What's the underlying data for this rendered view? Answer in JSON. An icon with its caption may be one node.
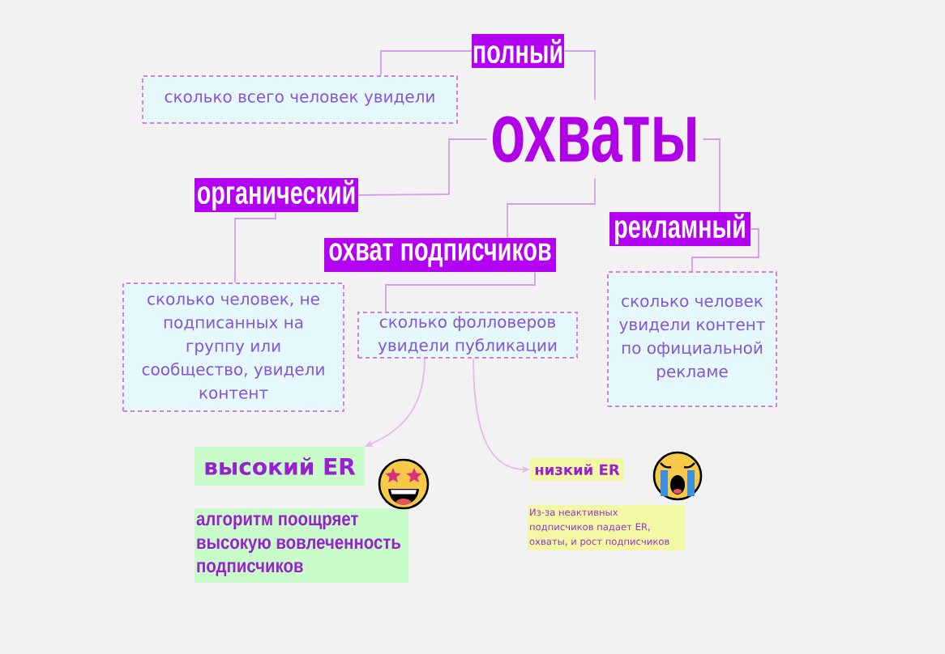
{
  "diagram": {
    "nodes": [
      {
        "text": [
          "охваты"
        ]
      },
      {
        "text": [
          "полный"
        ]
      },
      {
        "text": [
          "сколько всего человек увидели"
        ]
      },
      {
        "text": [
          "органический"
        ]
      },
      {
        "text": [
          "сколько человек, не подписанных на группу или сообщество, увидели контент"
        ]
      },
      {
        "text": [
          "охват подписчиков"
        ]
      },
      {
        "text": [
          "сколько фолловеров увидели публикации"
        ]
      },
      {
        "text": [
          "рекламный"
        ]
      },
      {
        "text": [
          "сколько человек увидели контент по официальной рекламе"
        ]
      },
      {
        "text": [
          "высокий ER"
        ]
      },
      {
        "text": [
          "алгоритм поощряет высокую вовлеченность подписчиков"
        ]
      },
      {
        "text": [
          "низкий ER"
        ]
      },
      {
        "text": [
          "Из-за неактивных подписчиков падает ER, охваты, и рост подписчиков"
        ]
      }
    ],
    "edges": [
      {
        "from": 0,
        "to": 1,
        "arrow": "none"
      },
      {
        "from": 1,
        "to": 2,
        "arrow": "none"
      },
      {
        "from": 0,
        "to": 3,
        "arrow": "none"
      },
      {
        "from": 3,
        "to": 4,
        "arrow": "none"
      },
      {
        "from": 0,
        "to": 5,
        "arrow": "none"
      },
      {
        "from": 5,
        "to": 6,
        "arrow": "none"
      },
      {
        "from": 0,
        "to": 7,
        "arrow": "none"
      },
      {
        "from": 7,
        "to": 8,
        "arrow": "none"
      },
      {
        "from": 6,
        "to": 9,
        "arrow": "to",
        "color": "#e6b8ea"
      },
      {
        "from": 6,
        "to": 11,
        "arrow": "to",
        "color": "#e6b8ea"
      }
    ]
  }
}
